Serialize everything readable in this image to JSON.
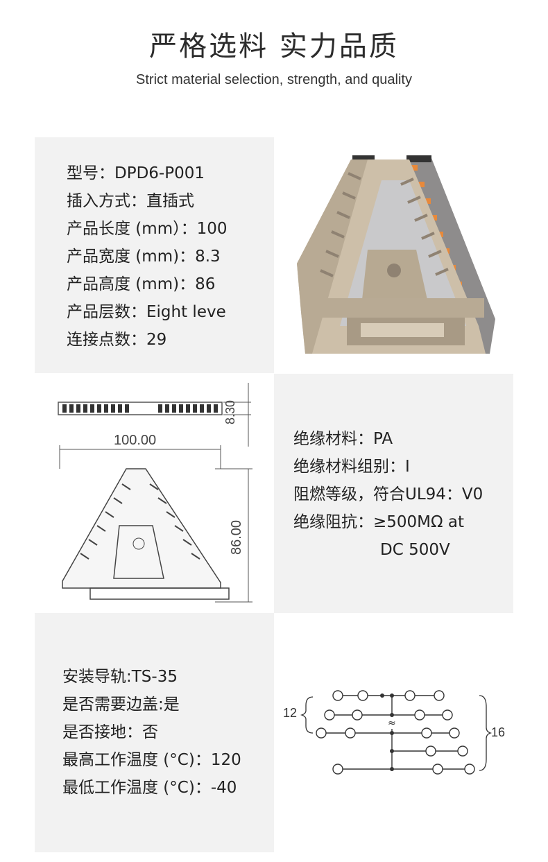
{
  "header": {
    "title": "严格选料  实力品质",
    "subtitle": "Strict material selection, strength, and quality"
  },
  "specs_1": [
    "型号：DPD6-P001",
    "插入方式：直插式",
    "产品长度 (mm）：100",
    "产品宽度 (mm)：8.3",
    "产品高度 (mm)：86",
    "产品层数：Eight leve",
    "连接点数：29"
  ],
  "specs_2": [
    "绝缘材料：PA",
    "绝缘材料组别：I",
    "阻燃等级，符合UL94：V0",
    "绝缘阻抗：≥500MΩ at",
    "DC 500V"
  ],
  "specs_3": [
    "安装导轨:TS-35",
    "是否需要边盖:是",
    "是否接地：否",
    "最高工作温度 (°C)：120",
    "最低工作温度 (°C)：-40"
  ],
  "drawing": {
    "width_label": "100.00",
    "thickness_label": "8.30",
    "height_label": "86.00"
  },
  "schematic": {
    "left_count": "12",
    "right_count": "16"
  },
  "colors": {
    "panel_bg": "#f2f2f2",
    "product_body": "#cdbfa9",
    "product_shadow": "#a89a85",
    "product_plate": "#c9c9cb",
    "product_orange": "#e8893a"
  }
}
